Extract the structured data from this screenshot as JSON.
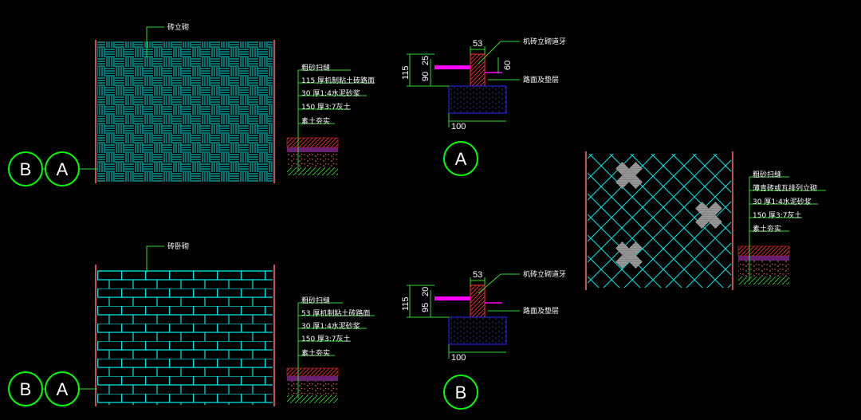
{
  "colors": {
    "background": "#000000",
    "pattern": "#00e5e5",
    "leader": "#2fdc2f",
    "circle": "#00ff00",
    "text": "#ffffff",
    "wall_red": "#ff3030",
    "magenta": "#ff00ff",
    "blue": "#2a2aff",
    "gravel": "#ff6a6a"
  },
  "upper_left": {
    "title": "砖立砌",
    "layers": [
      "粗砂扫缝",
      "115 厚机制粘土砖路面",
      "30 厚1:4水泥砂浆",
      "150 厚3:7灰土",
      "素土夯实"
    ],
    "markers": [
      "B",
      "A"
    ]
  },
  "lower_left": {
    "title": "砖卧砌",
    "layers": [
      "粗砂扫缝",
      "53 厚机制粘土砖路面",
      "30 厚1:4水泥砂浆",
      "150 厚3:7灰土",
      "素土夯实"
    ],
    "markers": [
      "B",
      "A"
    ]
  },
  "section_a": {
    "label_top": "机砖立砌道牙",
    "label_bottom": "路面及垫层",
    "dims": {
      "top": "53",
      "left_outer": "115",
      "left_a": "90",
      "left_b": "25",
      "right": "60",
      "bottom": "100"
    },
    "marker": "A"
  },
  "section_b": {
    "label_top": "机砖立砌道牙",
    "label_bottom": "路面及垫层",
    "dims": {
      "top": "53",
      "left_outer": "115",
      "left_a": "95",
      "left_b": "20",
      "bottom": "100"
    },
    "marker": "B"
  },
  "right_plan": {
    "layers": [
      "粗砂扫缝",
      "薄青砖或瓦排列立砌",
      "30 厚1:4水泥砂浆",
      "150 厚3:7灰土",
      "素土夯实"
    ]
  }
}
